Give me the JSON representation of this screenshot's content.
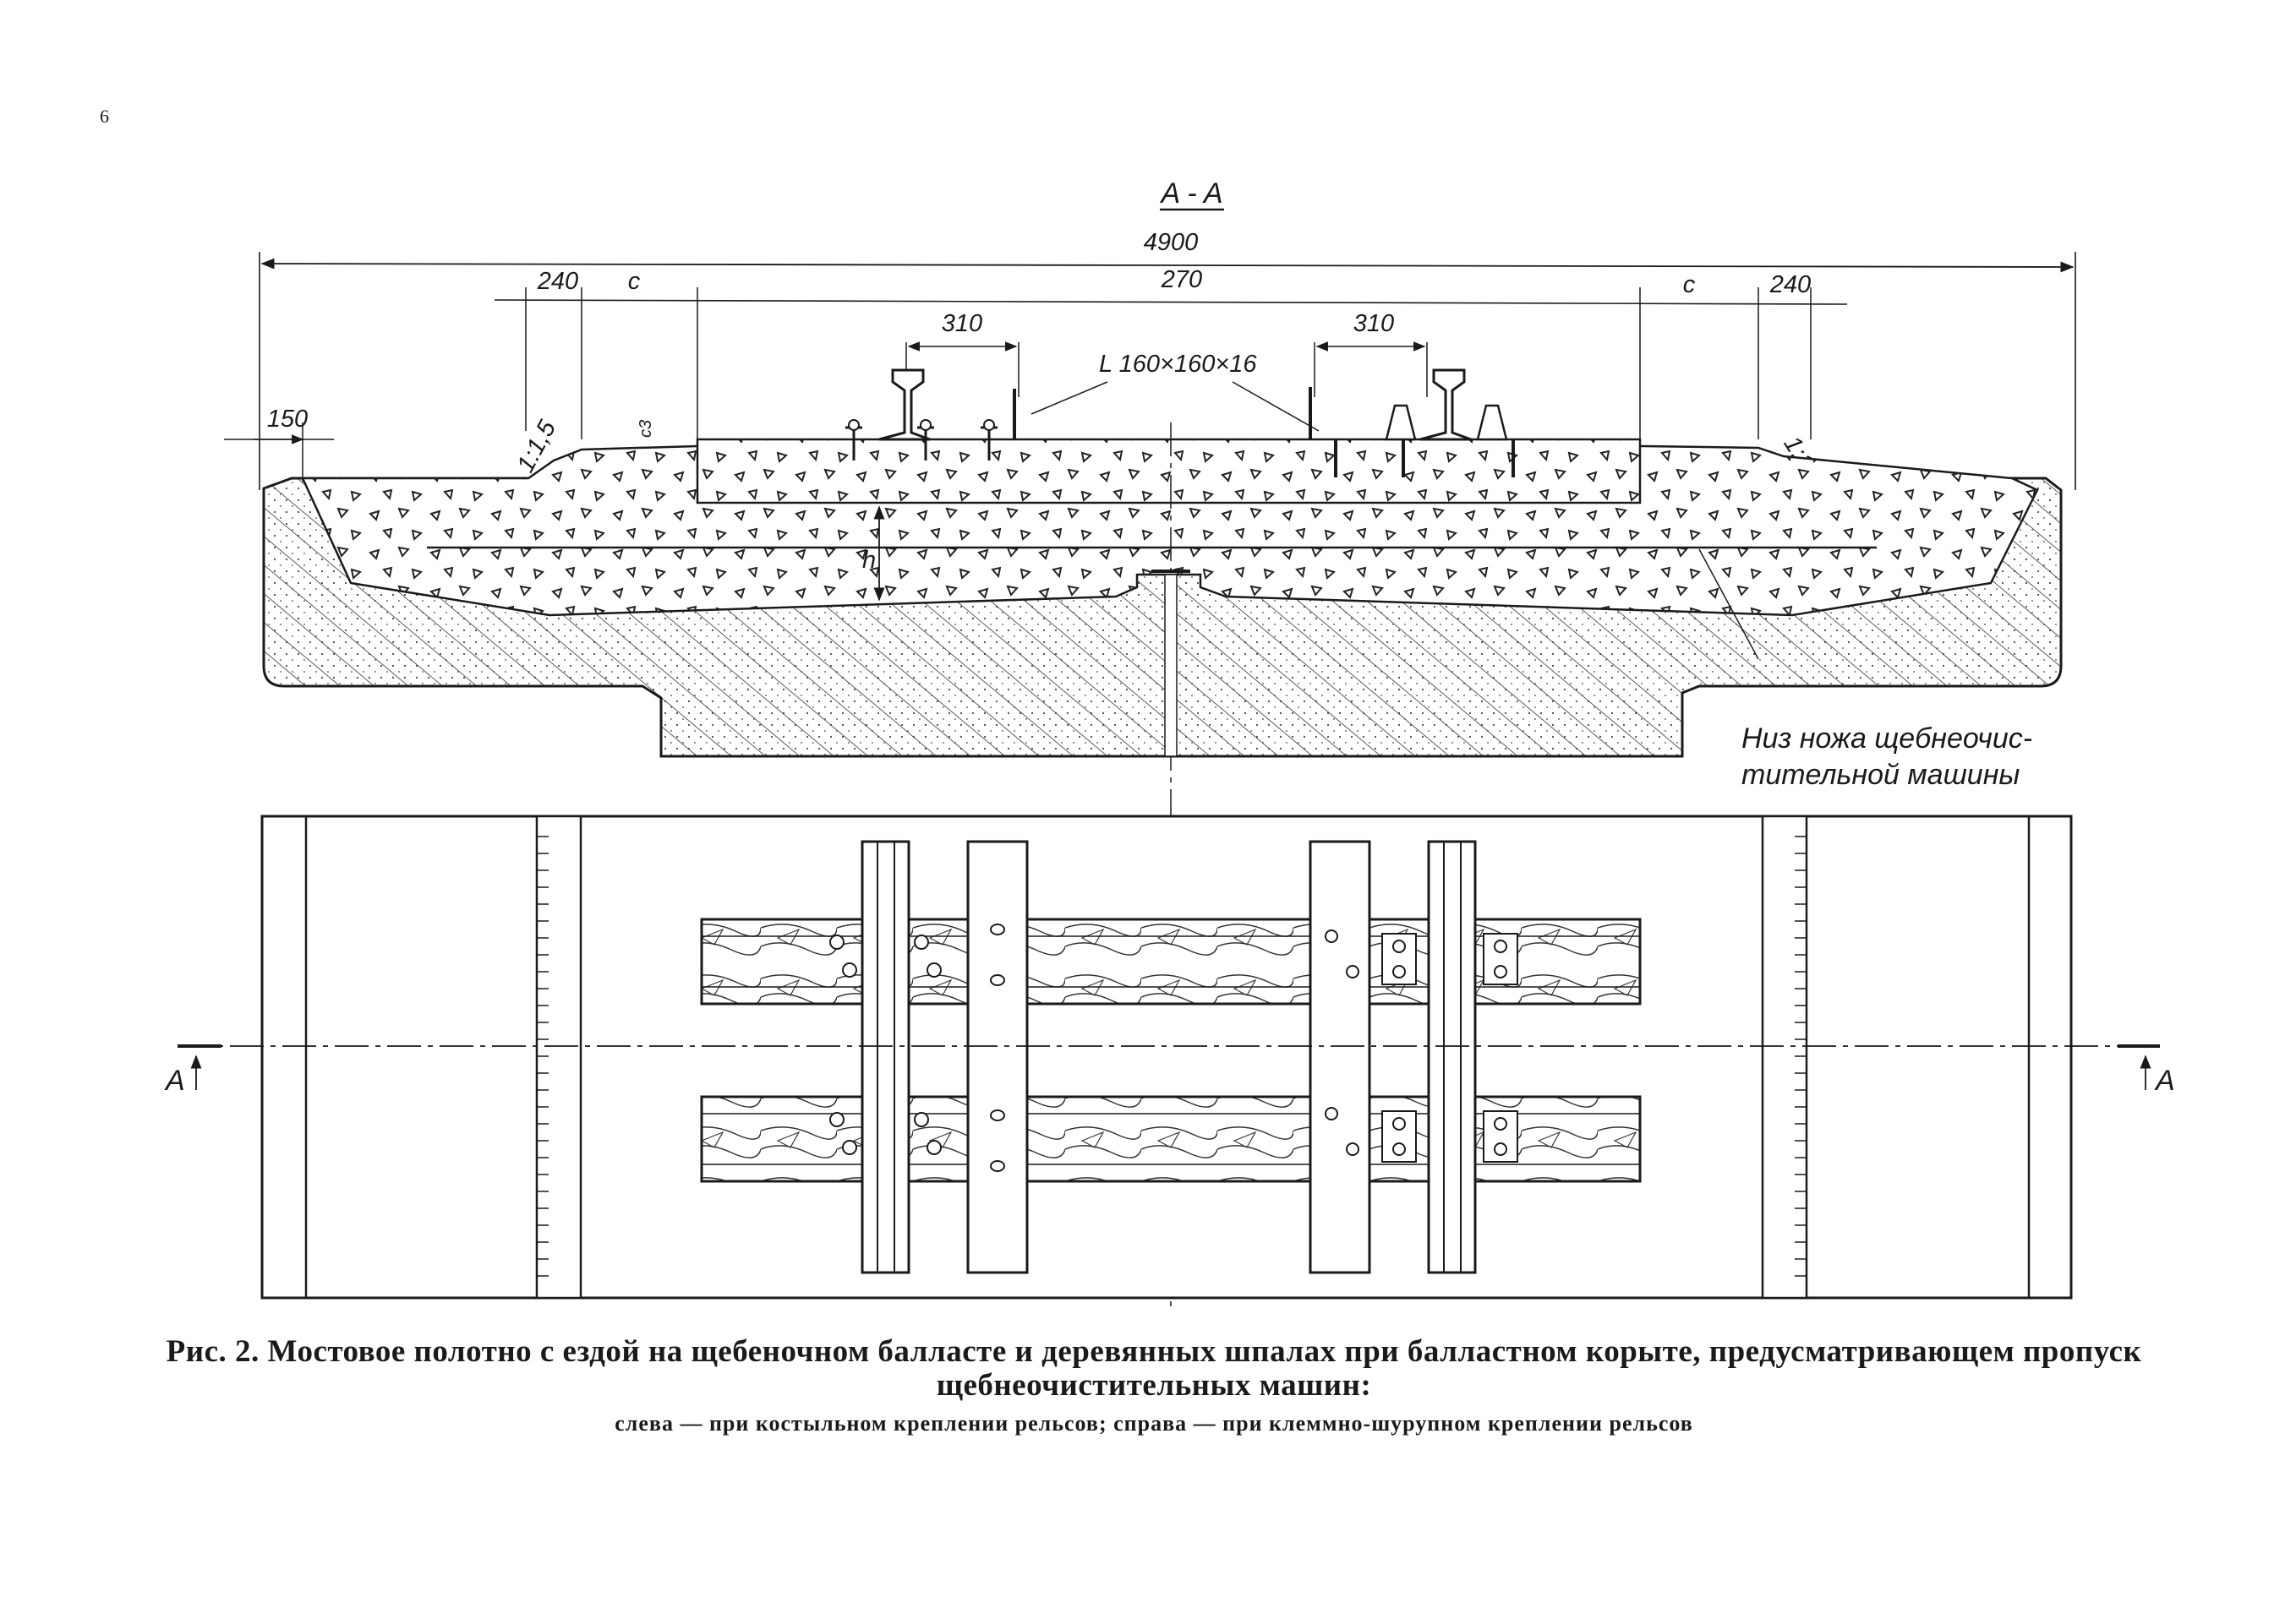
{
  "page_mark": "6",
  "section": {
    "label": "A - A",
    "dims": {
      "total": "4900",
      "left_240": "240",
      "left_c": "c",
      "middle": "270",
      "right_c": "c",
      "right_240": "240",
      "left_310": "310",
      "right_310": "310",
      "left_150": "150",
      "angle": "L 160×160×16",
      "left_slope": "1:1,5",
      "right_slope": "1:1,5",
      "small_c": "c3",
      "height": "h"
    },
    "note_line1": "Низ ножа щебнеочис-",
    "note_line2": "тительной машины"
  },
  "plan": {
    "cut_left": "A",
    "cut_right": "A"
  },
  "caption": {
    "line1": "Рис. 2. Мостовое полотно с ездой на щебеночном балласте и деревянных шпалах при балластном корыте, предусматривающем пропуск щебнеочистительных машин:",
    "line2": "слева — при костыльном креплении рельсов; справа — при клеммно-шурупном креплении рельсов"
  }
}
